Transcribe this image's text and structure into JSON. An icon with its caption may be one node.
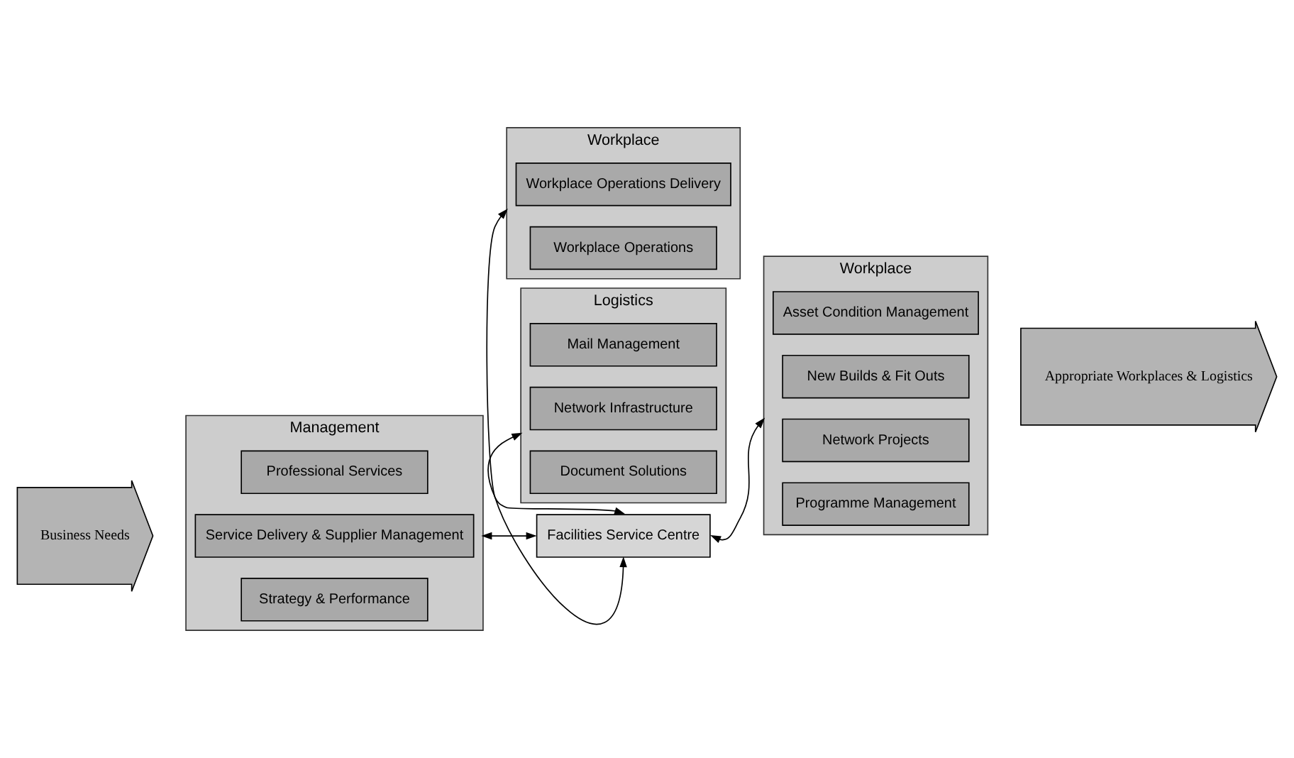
{
  "diagram": {
    "nodes": [
      {
        "text": [
          "Business Needs"
        ]
      },
      {
        "text": [
          "Management"
        ]
      },
      {
        "text": [
          "Strategy & Performance"
        ],
        "in": 1
      },
      {
        "text": [
          "Service Delivery & Supplier Management"
        ],
        "in": 1
      },
      {
        "text": [
          "Professional Services"
        ],
        "in": 1
      },
      {
        "text": [
          "Logistics"
        ]
      },
      {
        "text": [
          "Document Solutions"
        ],
        "in": 5
      },
      {
        "text": [
          "Network Infrastructure"
        ],
        "in": 5
      },
      {
        "text": [
          "Mail Management"
        ],
        "in": 5
      },
      {
        "text": [
          "Facilities Service Centre"
        ]
      },
      {
        "text": [
          "Workplace"
        ]
      },
      {
        "text": [
          "Workplace Operations"
        ],
        "in": 10
      },
      {
        "text": [
          "Workplace Operations Delivery"
        ],
        "in": 10
      },
      {
        "text": [
          "Workplace"
        ]
      },
      {
        "text": [
          "Programme Management"
        ],
        "in": 13
      },
      {
        "text": [
          "Network Projects"
        ],
        "in": 13
      },
      {
        "text": [
          "New Builds & Fit Outs"
        ],
        "in": 13
      },
      {
        "text": [
          "Asset Condition Management"
        ],
        "in": 13
      },
      {
        "text": [
          "Appropriate Workplaces & Logistics"
        ]
      }
    ],
    "edges": [
      {
        "from": 9,
        "to": 1,
        "arrow": "both"
      },
      {
        "from": 9,
        "to": 5,
        "arrow": "both"
      },
      {
        "from": 9,
        "to": 10,
        "arrow": "both"
      },
      {
        "from": 9,
        "to": 13,
        "arrow": "both"
      }
    ]
  }
}
